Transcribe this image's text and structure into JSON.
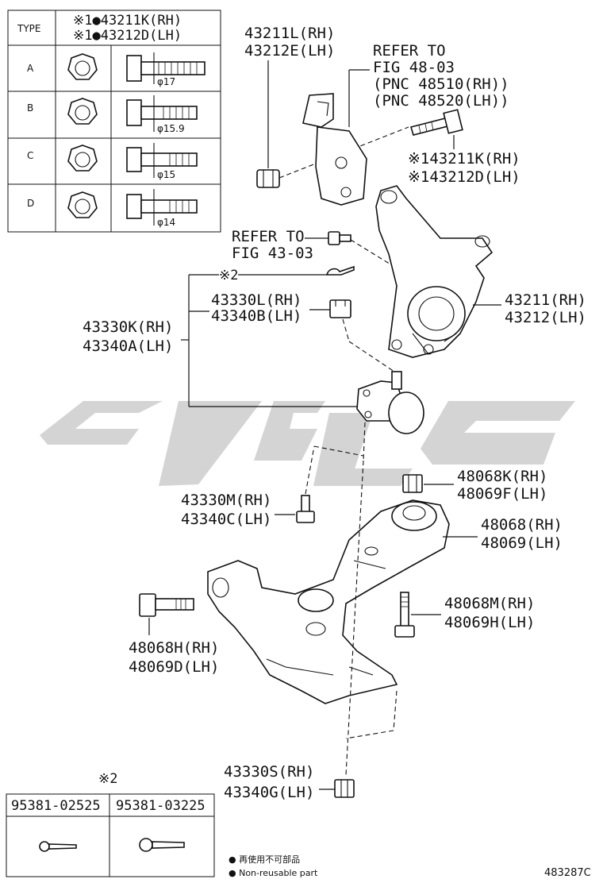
{
  "type_table": {
    "header_type": "TYPE",
    "header_line1": "※1●43211K(RH)",
    "header_line2": "※1●43212D(LH)",
    "rows": [
      {
        "type": "A",
        "dim": "φ17"
      },
      {
        "type": "B",
        "dim": "φ15.9"
      },
      {
        "type": "C",
        "dim": "φ15"
      },
      {
        "type": "D",
        "dim": "φ14"
      }
    ]
  },
  "callouts": {
    "nut_top_rh": "43211L(RH)",
    "nut_top_lh": "43212E(LH)",
    "refer_fig48_1": "REFER TO",
    "refer_fig48_2": "FIG 48-03",
    "refer_fig48_3": "(PNC 48510(RH))",
    "refer_fig48_4": "(PNC 48520(LH))",
    "bolt_rh": "※143211K(RH)",
    "bolt_lh": "※143212D(LH)",
    "refer_fig43_1": "REFER TO",
    "refer_fig43_2": "FIG 43-03",
    "pin_ref": "※2",
    "castle_nut_rh": "43330L(RH)",
    "castle_nut_lh": "43340B(LH)",
    "knuckle_rh": "43211(RH)",
    "knuckle_lh": "43212(LH)",
    "balljoint_rh": "43330K(RH)",
    "balljoint_lh": "43340A(LH)",
    "arm_nut_rh": "48068K(RH)",
    "arm_nut_lh": "48069F(LH)",
    "arm_rh": "48068(RH)",
    "arm_lh": "48069(LH)",
    "bj_bolt_rh": "43330M(RH)",
    "bj_bolt_lh": "43340C(LH)",
    "rear_bolt_rh": "48068M(RH)",
    "rear_bolt_lh": "48069H(LH)",
    "front_bolt_rh": "48068H(RH)",
    "front_bolt_lh": "48069D(LH)",
    "bj_nut_rh": "43330S(RH)",
    "bj_nut_lh": "43340G(LH)"
  },
  "pin_table": {
    "title": "※2",
    "col1": "95381-02525",
    "col2": "95381-03225"
  },
  "legend": {
    "line1": "● 再使用不可部品",
    "line2": "● Non-reusable part"
  },
  "figure_code": "483287C",
  "watermark": {
    "color": "#d4d4d4"
  }
}
